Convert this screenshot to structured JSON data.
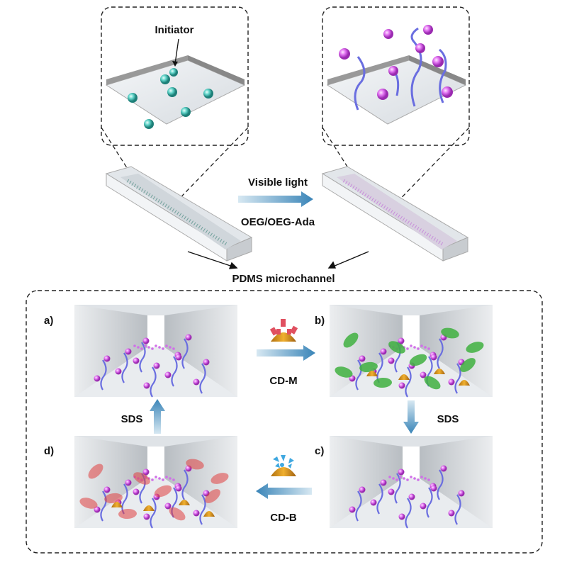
{
  "top": {
    "initiator_label": "Initiator",
    "step1_top_label": "Visible light",
    "step1_bottom_label": "OEG/OEG-Ada",
    "channel_label": "PDMS microchannel"
  },
  "panels": {
    "a": "a)",
    "b": "b)",
    "c": "c)",
    "d": "d)"
  },
  "cycle": {
    "a_to_b": "CD-M",
    "b_to_c": "SDS",
    "c_to_d": "CD-B",
    "d_to_a": "SDS"
  },
  "colors": {
    "initiator": "#5fd3c8",
    "polymer_end": "#e070f0",
    "polymer_chain": "#6a6ee0",
    "arrow": "#4a8fc0",
    "cd_cone": "#e0a020",
    "cd_m": "#e05060",
    "cd_b": "#40a8e0",
    "bacteria_green": "#40b040",
    "bacteria_red": "#e04040"
  }
}
